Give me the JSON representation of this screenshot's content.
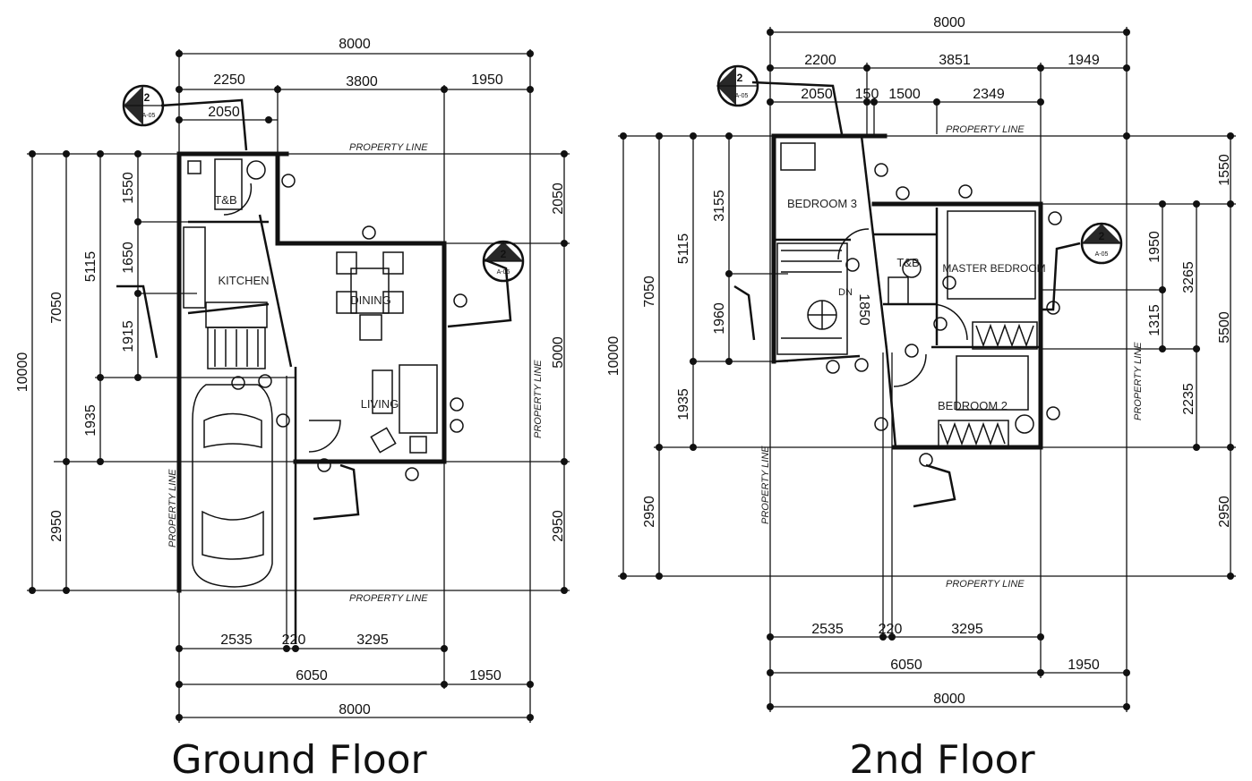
{
  "plans": [
    {
      "id": "ground",
      "caption": "Ground Floor",
      "top_dims": {
        "overall": "8000",
        "row1": [
          "2250",
          "3800",
          "1950"
        ],
        "row2": [
          "2050"
        ]
      },
      "bottom_dims": {
        "row1": [
          "2535",
          "220",
          "3295"
        ],
        "row2": [
          "6050",
          "1950"
        ],
        "overall": "8000"
      },
      "left_dims": {
        "overall": "10000",
        "mid": [
          "7050",
          "2950"
        ],
        "inner": [
          "5115",
          "1935"
        ],
        "innermost": [
          "1550",
          "1650",
          "1915"
        ]
      },
      "right_dims": [
        "2050",
        "5000",
        "2950"
      ],
      "rooms": [
        "T&B",
        "KITCHEN",
        "DINING",
        "LIVING"
      ],
      "property_lines": [
        "PROPERTY LINE",
        "PROPERTY LINE",
        "PROPERTY LINE",
        "PROPERTY LINE"
      ],
      "section_markers": [
        {
          "num": "2",
          "sheet": "A-05"
        },
        {
          "num": "2",
          "sheet": "A-05"
        }
      ]
    },
    {
      "id": "second",
      "caption": "2nd Floor",
      "top_dims": {
        "overall": "8000",
        "row1": [
          "2200",
          "3851",
          "1949"
        ],
        "row2": [
          "2050",
          "150",
          "1500",
          "2349"
        ]
      },
      "bottom_dims": {
        "row1": [
          "2535",
          "220",
          "3295"
        ],
        "row2": [
          "6050",
          "1950"
        ],
        "overall": "8000"
      },
      "left_dims": {
        "overall": "10000",
        "mid": [
          "7050",
          "2950"
        ],
        "inner": [
          "5115",
          "1935"
        ],
        "innermost": [
          "3155",
          "1960"
        ],
        "extra": "1850"
      },
      "right_dims": {
        "outer": [
          "1550",
          "5500",
          "2950"
        ],
        "inner": [
          "1950",
          "1315",
          "3265",
          "2235"
        ]
      },
      "rooms": [
        "BEDROOM 3",
        "T&B",
        "MASTER BEDROOM",
        "BEDROOM 2",
        "DN"
      ],
      "property_lines": [
        "PROPERTY LINE",
        "PROPERTY LINE",
        "PROPERTY LINE",
        "PROPERTY LINE"
      ],
      "section_markers": [
        {
          "num": "2",
          "sheet": "A-05"
        },
        {
          "num": "2",
          "sheet": "A-05"
        }
      ]
    }
  ]
}
